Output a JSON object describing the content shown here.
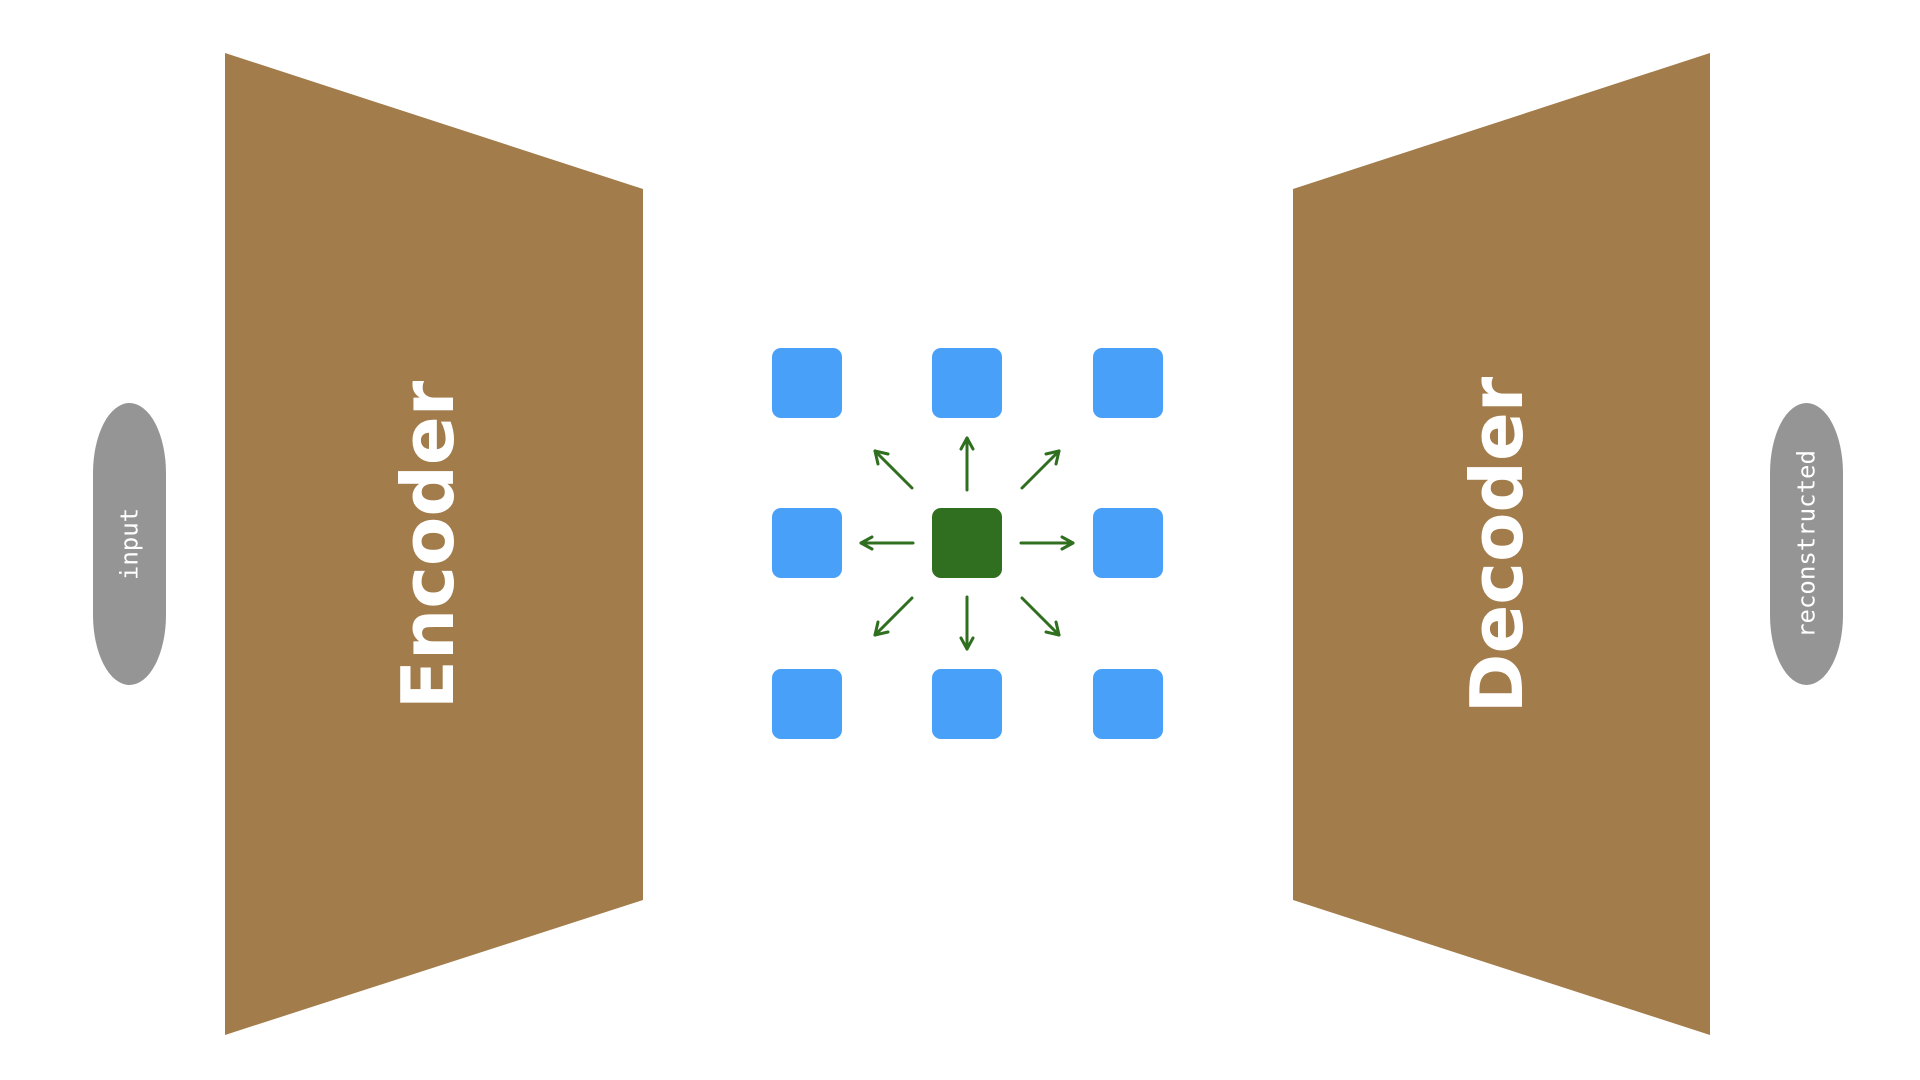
{
  "input": {
    "label": "input"
  },
  "encoder": {
    "label": "Encoder"
  },
  "decoder": {
    "label": "Decoder"
  },
  "output": {
    "label": "reconstructed"
  },
  "latent_grid": {
    "rows": 3,
    "cols": 3,
    "center_cell": [
      1,
      1
    ]
  },
  "colors": {
    "block": "#a37c4b",
    "pill": "#959595",
    "neighbor": "#49a0f8",
    "center": "#2f6f1f",
    "arrow": "#2f6f1f"
  }
}
